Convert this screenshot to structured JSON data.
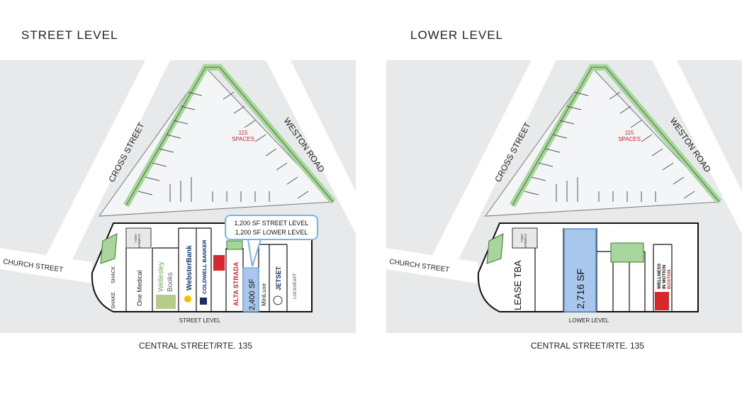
{
  "colors": {
    "map_bg": "#e7e9eb",
    "road": "#ffffff",
    "green": "#a8d59c",
    "green_stroke": "#3c7a34",
    "parking_red": "#d9272e",
    "highlight_blue": "#a9c7ec",
    "highlight_stroke": "#5b8fd0",
    "building": "#ffffff",
    "outline": "#111111"
  },
  "street_level": {
    "title": "STREET LEVEL",
    "parking_count": "115",
    "parking_label": "SPACES",
    "streets": {
      "cross": "CROSS STREET",
      "weston": "WESTON ROAD",
      "church": "CHURCH STREET",
      "central": "CENTRAL STREET/RTE. 135",
      "level": "STREET LEVEL"
    },
    "common_area": [
      "COMMON",
      "AREA"
    ],
    "callout": [
      "1,200 SF STREET LEVEL",
      "1,200 SF LOWER LEVEL"
    ],
    "tenants": {
      "shake_shack": "SHAKE",
      "shake_shack_2": "SHACK",
      "one_medical": "One Medical",
      "wellesley": "Wellesley",
      "books": "Books",
      "webster": "WebsterBank",
      "coldwell": "COLDWELL BANKER",
      "alta": "ALTA STRADA",
      "available": "2,400 SF",
      "miniluxe": "MiniLuxe",
      "jetset": "JETSET",
      "lockheart": "LOCKHEART"
    }
  },
  "lower_level": {
    "title": "LOWER LEVEL",
    "parking_count": "115",
    "parking_label": "SPACES",
    "streets": {
      "cross": "CROSS STREET",
      "weston": "WESTON ROAD",
      "church": "CHURCH STREET",
      "central": "CENTRAL STREET/RTE. 135",
      "level": "LOWER LEVEL"
    },
    "common_area": [
      "COMMON",
      "AREA"
    ],
    "tenants": {
      "lease_tba": "LEASE TBA",
      "available": "2,716 SF",
      "wellness_1": "WELLNESS",
      "wellness_2": "IN MOTION",
      "wellness_3": "BOSTON"
    }
  }
}
